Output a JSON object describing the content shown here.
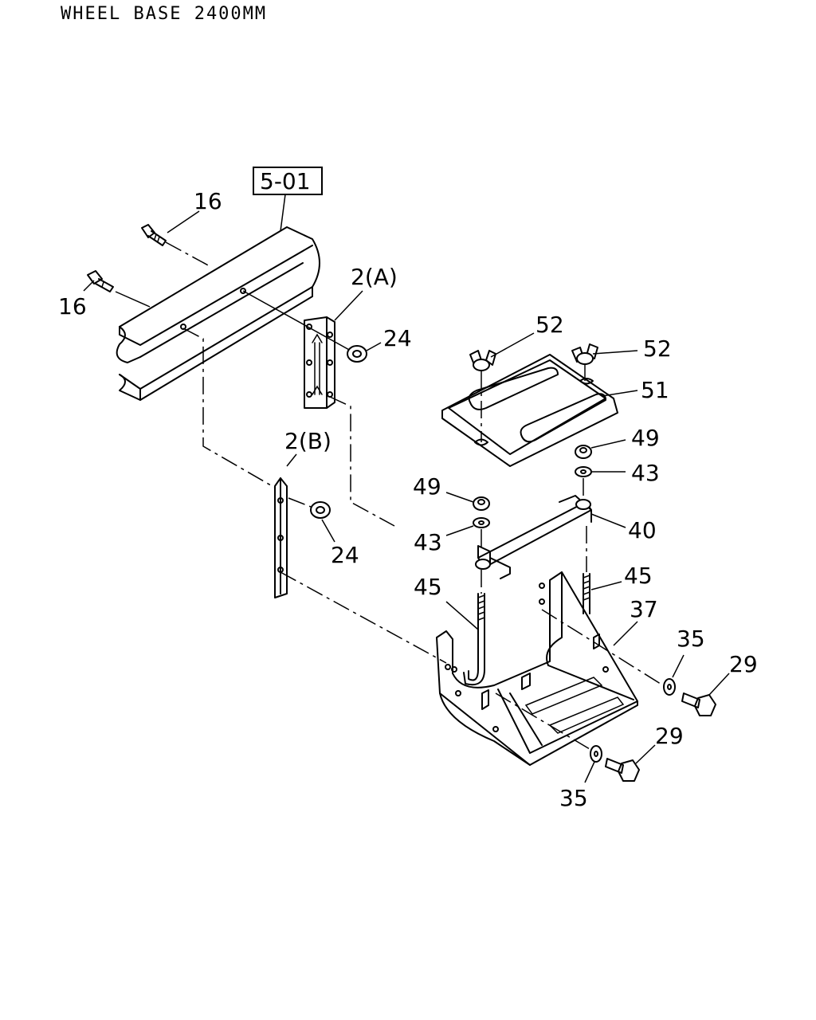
{
  "header": {
    "title": "WHEEL BASE 2400MM"
  },
  "reference_box": {
    "label": "5-01"
  },
  "callouts": {
    "c16_top": "16",
    "c16_left": "16",
    "c2a": "2(A)",
    "c24_a": "24",
    "c2b": "2(B)",
    "c24_b": "24",
    "c52_left": "52",
    "c52_right": "52",
    "c51": "51",
    "c49_right": "49",
    "c43_right": "43",
    "c49_left": "49",
    "c43_left": "43",
    "c40": "40",
    "c45_right": "45",
    "c45_left": "45",
    "c37": "37",
    "c35_right": "35",
    "c29_right": "29",
    "c29_bottom": "29",
    "c35_bottom": "35"
  }
}
